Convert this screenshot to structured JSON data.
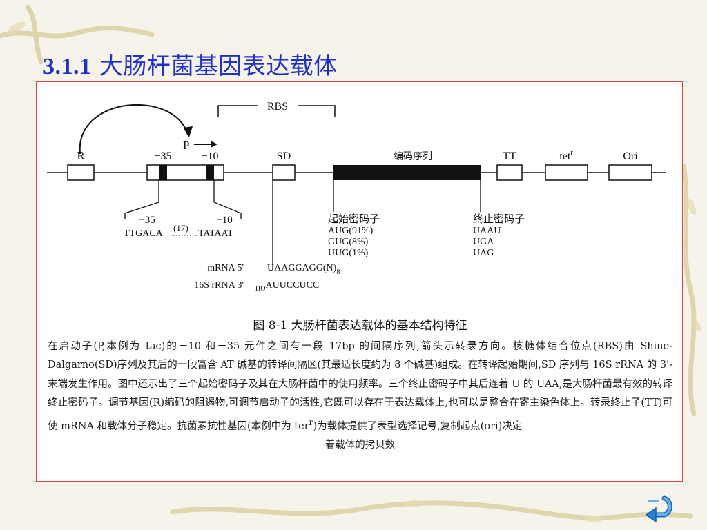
{
  "slide": {
    "title_num": "3.1.1",
    "title_text": "大肠杆菌基因表达载体"
  },
  "colors": {
    "title": "#1f2fd0",
    "panel_border": "#e0403c",
    "nav_button": "#2a7fd0",
    "background": "#f6f4ea"
  },
  "figure": {
    "rbs_label": "RBS",
    "promoter_label": "P",
    "elements": {
      "r": "R",
      "minus35": "−35",
      "minus10": "−10",
      "sd": "SD",
      "coding": "编码序列",
      "tt": "TT",
      "tet_base": "tet",
      "tet_sup": "r",
      "ori": "Ori"
    },
    "promoter_detail": {
      "minus35": "−35",
      "minus10": "−10",
      "seq_left": "TTGACA",
      "spacer": "(17)",
      "seq_right": "TATAAT"
    },
    "start_codons": {
      "title": "起始密码子",
      "items": [
        "AUG(91%)",
        "GUG(8%)",
        "UUG(1%)"
      ]
    },
    "stop_codons": {
      "title": "终止密码子",
      "items": [
        "UAAU",
        "UGA",
        "UAG"
      ]
    },
    "mrna": {
      "label": "mRNA  5'",
      "seq": "UAAGGAGG(N)",
      "sub": "8"
    },
    "rrna": {
      "label": "16S rRNA  3'",
      "prefix": "HO",
      "seq": "AUUCCUCC"
    }
  },
  "caption": {
    "title": "图 8-1    大肠杆菌表达载体的基本结构特征",
    "body": "在启动子(P,本例为 tac)的－10 和－35 元件之间有一段 17bp 的间隔序列,箭头示转录方向。核糖体结合位点(RBS)由 Shine-Dalgarno(SD)序列及其后的一段富含 AT 碱基的转译间隔区(其最适长度约为 8 个碱基)组成。在转译起始期间,SD 序列与 16S rRNA 的 3'-末端发生作用。图中还示出了三个起始密码子及其在大肠杆菌中的使用频率。三个终止密码子中其后连着 U 的 UAA,是大肠杆菌最有效的转译终止密码子。调节基因(R)编码的阻遏物,可调节启动子的活性,它既可以存在于表达载体上,也可以是整合在寄主染色体上。转录终止子(TT)可使 mRNA 和载体分子稳定。抗菌素抗性基因(本例中为 ter",
    "body_sup": "r",
    "body_end": ")为载体提供了表型选择记号,复制起点(ori)决定",
    "last_line": "着载体的拷贝数"
  },
  "nav": {
    "icon": "return-arrow-icon"
  }
}
